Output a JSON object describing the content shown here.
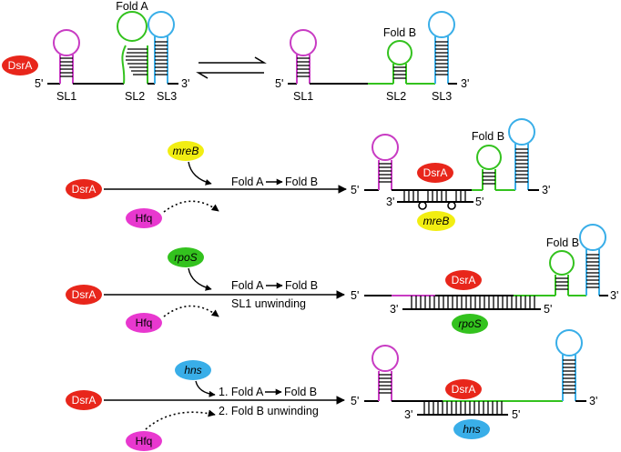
{
  "colors": {
    "dsra": "#e8261b",
    "hfq": "#e838cf",
    "mreb": "#f2ee12",
    "rpos": "#33c21e",
    "hns": "#39aee8",
    "sl1": "#c83bc3",
    "fold": "#33c21e",
    "sl3": "#39aee8",
    "rna": "#000000"
  },
  "top": {
    "dsra_label": "DsrA",
    "fold_a": "Fold A",
    "fold_b": "Fold B",
    "five_prime": "5'",
    "three_prime": "3'",
    "sl1": "SL1",
    "sl2": "SL2",
    "sl3": "SL3"
  },
  "rows": [
    {
      "dsra": "DsrA",
      "hfq": "Hfq",
      "target": "mreB",
      "step_from": "Fold A",
      "step_to": "Fold B",
      "extra": "",
      "fold_label": "Fold B",
      "complex_dsra": "DsrA",
      "complex_target": "mreB",
      "five_prime": "5'",
      "three_prime": "3'"
    },
    {
      "dsra": "DsrA",
      "hfq": "Hfq",
      "target": "rpoS",
      "step_from": "Fold A",
      "step_to": "Fold B",
      "extra": "SL1 unwinding",
      "fold_label": "Fold B",
      "complex_dsra": "DsrA",
      "complex_target": "rpoS",
      "five_prime": "5'",
      "three_prime": "3'"
    },
    {
      "dsra": "DsrA",
      "hfq": "Hfq",
      "target": "hns",
      "step_from": "1. Fold A",
      "step_to": "Fold B",
      "extra": "2. Fold B unwinding",
      "fold_label": "",
      "complex_dsra": "DsrA",
      "complex_target": "hns",
      "five_prime": "5'",
      "three_prime": "3'"
    }
  ]
}
